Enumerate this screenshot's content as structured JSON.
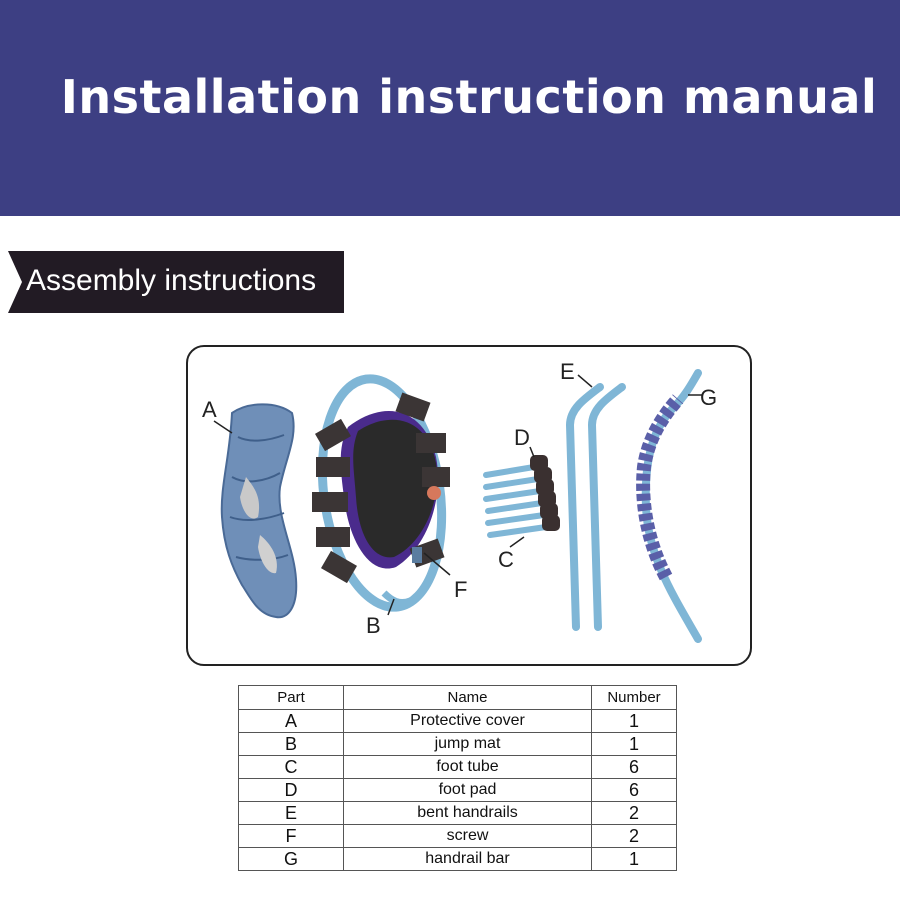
{
  "header": {
    "title": "Installation instruction manual"
  },
  "section": {
    "title": "Assembly instructions"
  },
  "diagram": {
    "labels": {
      "A": "A",
      "B": "B",
      "C": "C",
      "D": "D",
      "E": "E",
      "F": "F",
      "G": "G"
    }
  },
  "parts_table": {
    "headers": {
      "part": "Part",
      "name": "Name",
      "number": "Number"
    },
    "rows": [
      {
        "part": "A",
        "name": "Protective cover",
        "number": "1"
      },
      {
        "part": "B",
        "name": "jump mat",
        "number": "1"
      },
      {
        "part": "C",
        "name": "foot tube",
        "number": "6"
      },
      {
        "part": "D",
        "name": "foot pad",
        "number": "6"
      },
      {
        "part": "E",
        "name": "bent handrails",
        "number": "2"
      },
      {
        "part": "F",
        "name": "screw",
        "number": "2"
      },
      {
        "part": "G",
        "name": "handrail bar",
        "number": "1"
      }
    ]
  },
  "colors": {
    "banner": "#3d3f83",
    "tag": "#221b24",
    "tube": "#7fb6d6",
    "mat": "#2a2a2a",
    "foam": "#5a5fa8"
  }
}
